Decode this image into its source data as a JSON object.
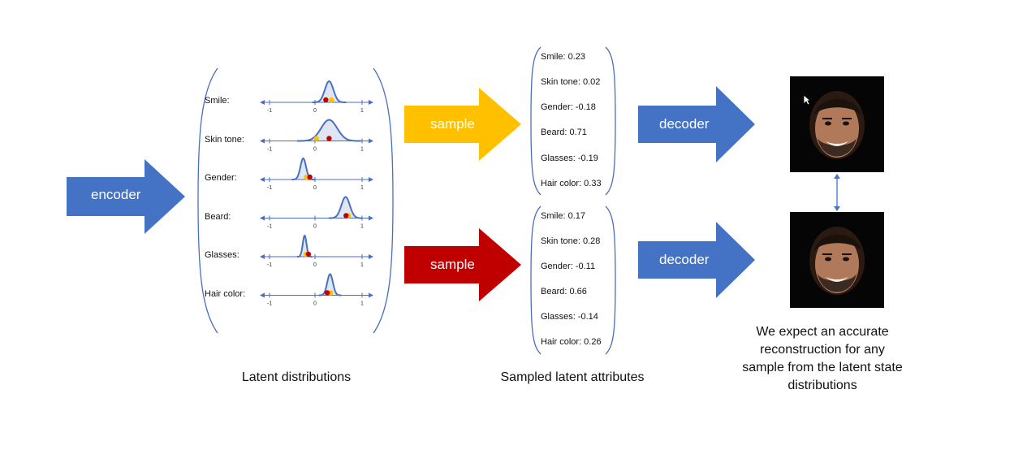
{
  "arrows": {
    "encoder": "encoder",
    "sample_top": "sample",
    "sample_bottom": "sample",
    "decoder_top": "decoder",
    "decoder_bottom": "decoder"
  },
  "colors": {
    "blue": "#4472c4",
    "yellow": "#ffc000",
    "red": "#c00000",
    "axis": "#4a6fbf"
  },
  "latent": {
    "caption": "Latent distributions",
    "tick_labels": [
      "-1",
      "0",
      "1"
    ],
    "attributes": [
      {
        "label": "Smile:",
        "mean": 0.3,
        "sd": 0.09,
        "yellow": 0.35,
        "red": 0.23
      },
      {
        "label": "Skin tone:",
        "mean": 0.3,
        "sd": 0.17,
        "yellow": 0.03,
        "red": 0.3
      },
      {
        "label": "Gender:",
        "mean": -0.25,
        "sd": 0.06,
        "yellow": -0.18,
        "red": -0.11
      },
      {
        "label": "Beard:",
        "mean": 0.65,
        "sd": 0.09,
        "yellow": 0.71,
        "red": 0.66
      },
      {
        "label": "Glasses:",
        "mean": -0.22,
        "sd": 0.04,
        "yellow": -0.19,
        "red": -0.14
      },
      {
        "label": "Hair color:",
        "mean": 0.32,
        "sd": 0.06,
        "yellow": 0.33,
        "red": 0.26
      }
    ]
  },
  "samples": {
    "caption": "Sampled latent attributes",
    "top": [
      "Smile:  0.23",
      "Skin tone: 0.02",
      "Gender: -0.18",
      "Beard: 0.71",
      "Glasses: -0.19",
      "Hair color: 0.33"
    ],
    "bottom": [
      "Smile:  0.17",
      "Skin tone: 0.28",
      "Gender: -0.11",
      "Beard: 0.66",
      "Glasses: -0.14",
      "Hair color: 0.26"
    ]
  },
  "note": "We expect an accurate reconstruction for any sample from the latent state distributions"
}
